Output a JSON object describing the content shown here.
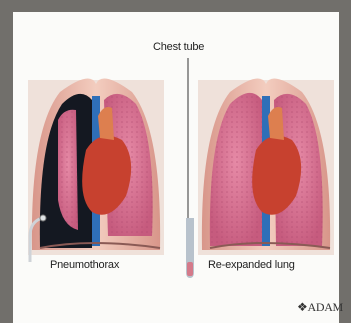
{
  "labels": {
    "chest_tube": "Chest tube",
    "left": "Pneumothorax",
    "right": "Re-expanded lung"
  },
  "brand": "❖ADAM",
  "colors": {
    "frame": "#716f6b",
    "background": "#fbfbf9",
    "skin": "#e9b4a6",
    "lung": "#d6708f",
    "cavity": "#1a1f2a",
    "heart": "#c7412f",
    "vessel_blue": "#2f6fb8"
  }
}
